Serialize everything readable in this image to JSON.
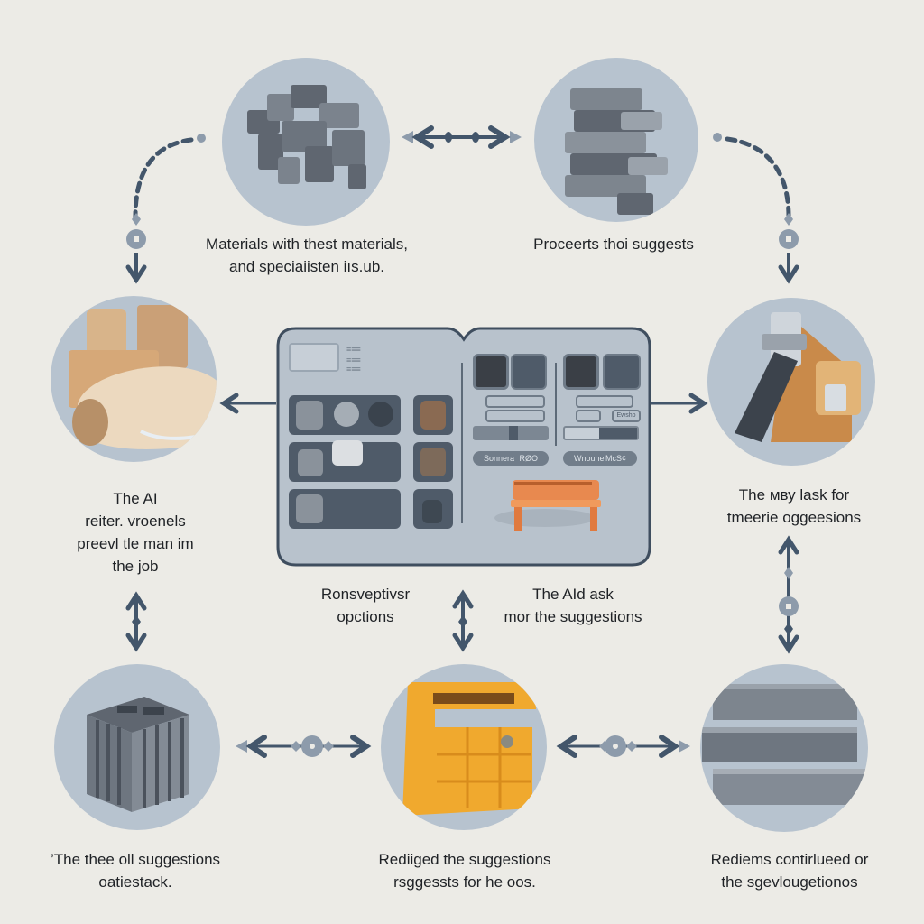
{
  "diagram": {
    "type": "process-cycle",
    "colors": {
      "background": "#ecebe6",
      "node_fill": "#b7c3cf",
      "arrow_dark": "#43566b",
      "arrow_light": "#8d9bab",
      "panel_fill": "#b8c2cc",
      "panel_border": "#3f4e5f",
      "accent_orange": "#e8894f",
      "accent_yellow": "#f0a92e"
    },
    "nodes": [
      {
        "id": "top-left",
        "icon": "gray-blocks-icon",
        "caption": [
          "Materials with thest materials,",
          "and speciaiisten iıs.ub."
        ]
      },
      {
        "id": "top-right",
        "icon": "stacked-bricks-icon",
        "caption": [
          "Proceerts thoi suggests"
        ]
      },
      {
        "id": "mid-left",
        "icon": "wood-materials-icon",
        "caption": [
          "The AI",
          "reiter. vroenels",
          "preevl tle man im",
          "the job"
        ]
      },
      {
        "id": "mid-right",
        "icon": "tool-wood-icon",
        "caption": [
          "The мву lask for",
          "tmeerie oggeesions"
        ]
      },
      {
        "id": "bottom-left",
        "icon": "gray-cube-icon",
        "caption": [
          "’The thee oll suggestions",
          "oatiestack."
        ]
      },
      {
        "id": "bottom-center",
        "icon": "yellow-mold-icon",
        "caption": [
          "Rediiged the suggestions",
          "rsggessts for he oos."
        ]
      },
      {
        "id": "bottom-right",
        "icon": "gray-beams-icon",
        "caption": [
          "Rediems contirlueed or",
          "the sgevlougetionos"
        ]
      }
    ],
    "center_captions": {
      "left": [
        "Ronsveptivsr",
        "opctions"
      ],
      "right": [
        "The AId ask",
        "mor the suggestions"
      ]
    },
    "panel": {
      "left_page": {
        "header_small_labels": [
          "≡≡≡",
          "≡≡≡",
          "≡≡≡"
        ]
      },
      "right_page": {
        "pill_labels": [
          {
            "left": "Sonnera",
            "right": "RØO"
          },
          {
            "left": "Wnoune",
            "right": "McS¢"
          }
        ],
        "small_tag": "Ewsho"
      }
    }
  }
}
